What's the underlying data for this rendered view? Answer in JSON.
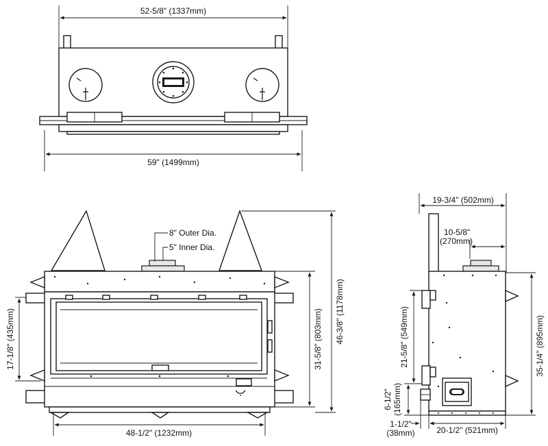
{
  "top_view": {
    "width_top": "52-5/8\" (1337mm)",
    "width_bottom": "59\" (1499mm)"
  },
  "front_view": {
    "callouts": {
      "outer_dia": "8\" Outer Dia.",
      "inner_dia": "5\" Inner Dia."
    },
    "dims": {
      "left_height": "17-1/8\" (435mm)",
      "mid_height": "31-5/8\" (803mm)",
      "total_height": "46-3/8\" (1178mm)",
      "bottom_width": "48-1/2\" (1232mm)"
    }
  },
  "side_view": {
    "dims": {
      "top_depth": "19-3/4\" (502mm)",
      "vent_offset_line1": "10-5/8\"",
      "vent_offset_line2": "(270mm)",
      "left_height": "21-5/8\" (549mm)",
      "right_height": "35-1/4\" (895mm)",
      "low_height_line1": "6-1/2\"",
      "low_height_line2": "(165mm)",
      "foot_line1": "1-1/2\"",
      "foot_line2": "(38mm)",
      "bottom_depth": "20-1/2\" (521mm)"
    }
  }
}
